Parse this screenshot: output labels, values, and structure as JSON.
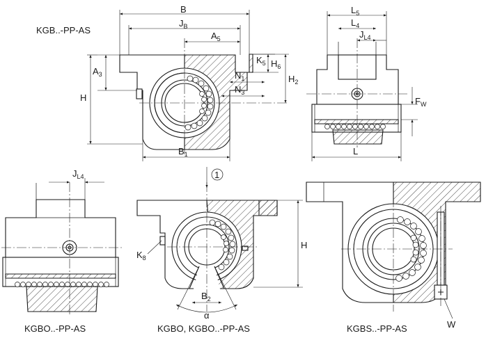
{
  "views": {
    "top_left": {
      "caption": "KGB..-PP-AS",
      "dims": {
        "B": "B",
        "JB": "J",
        "JB_sub": "B",
        "A5": "A",
        "A5_sub": "5",
        "K5": "K",
        "K5_sub": "5",
        "H6": "H",
        "H6_sub": "6",
        "A3": "A",
        "A3_sub": "3",
        "H": "H",
        "N1": "N",
        "N1_sub": "1",
        "H2": "H",
        "H2_sub": "2",
        "N3": "N",
        "N3_sub": "3",
        "B1": "B",
        "B1_sub": "1"
      }
    },
    "top_right": {
      "dims": {
        "L5": "L",
        "L5_sub": "5",
        "L4": "L",
        "L4_sub": "4",
        "JL4": "J",
        "JL4_sub": "L4",
        "FW": "F",
        "FW_sub": "W",
        "L": "L"
      }
    },
    "bottom_left": {
      "caption": "KGBO..-PP-AS",
      "dims": {
        "JL4": "J",
        "JL4_sub": "L4"
      }
    },
    "bottom_middle": {
      "caption": "KGBO, KGBO..-PP-AS",
      "marker": "1",
      "dims": {
        "K8": "K",
        "K8_sub": "8",
        "H": "H",
        "B2": "B",
        "B2_sub": "2",
        "alpha": "α"
      }
    },
    "bottom_right": {
      "caption": "KGBS..-PP-AS",
      "dims": {
        "W": "W"
      }
    }
  }
}
